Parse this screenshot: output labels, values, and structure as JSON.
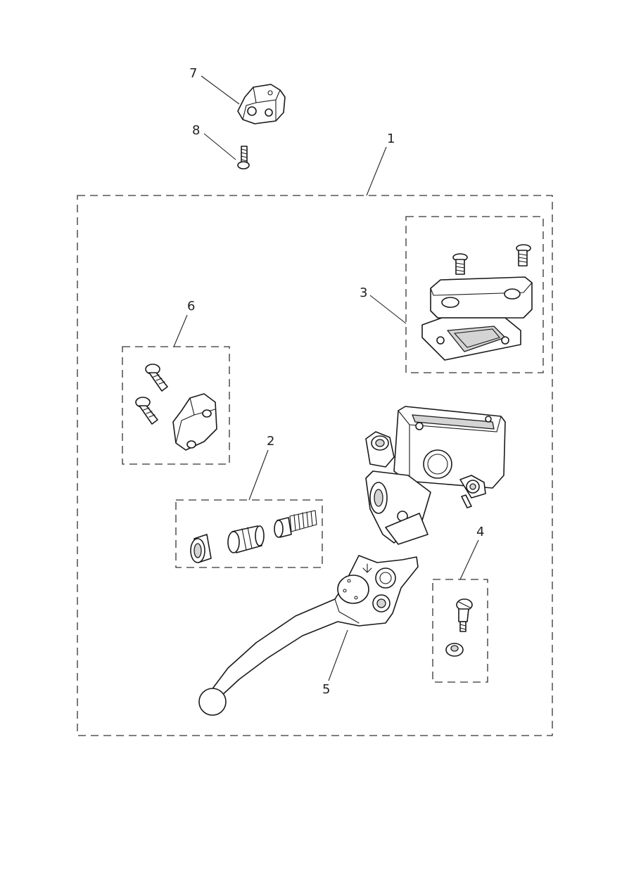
{
  "callouts": [
    {
      "id": "1",
      "label": "1"
    },
    {
      "id": "2",
      "label": "2"
    },
    {
      "id": "3",
      "label": "3"
    },
    {
      "id": "4",
      "label": "4"
    },
    {
      "id": "5",
      "label": "5"
    },
    {
      "id": "6",
      "label": "6"
    },
    {
      "id": "7",
      "label": "7"
    },
    {
      "id": "8",
      "label": "8"
    }
  ],
  "parts": {
    "master_cylinder_clamp": "clamp-icon",
    "screw_small": "screw-icon",
    "reservoir_cap_kit": "cap-icon",
    "piston_kit": "piston-icon",
    "pivot_bolt_nut": "bolt-icon",
    "brake_lever": "lever-icon",
    "master_cylinder_body": "master-cylinder-icon",
    "clamp_kit": "clamp-kit-icon"
  }
}
